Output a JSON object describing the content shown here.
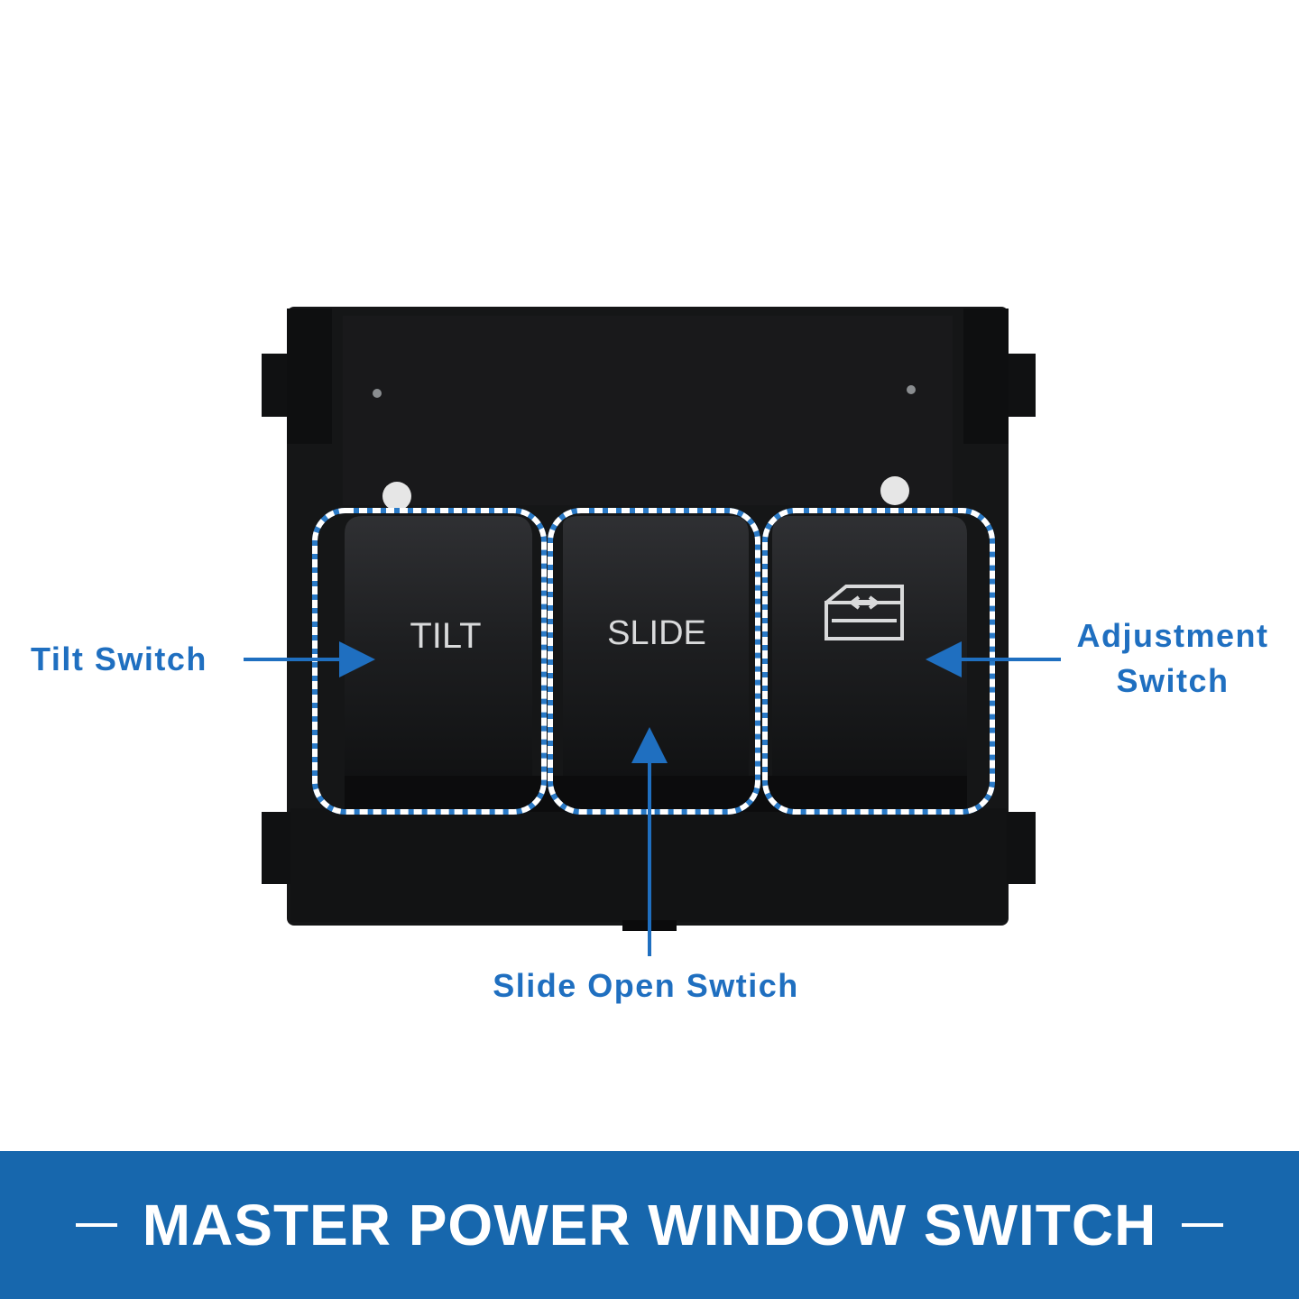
{
  "switch_labels": {
    "tilt": "TILT",
    "slide": "SLIDE",
    "adjustment_icon": "window-arrows-icon"
  },
  "callouts": {
    "tilt": "Tilt Switch",
    "adjustment_line1": "Adjustment",
    "adjustment_line2": "Switch",
    "slide_open": "Slide Open Swtich"
  },
  "banner": {
    "title": "MASTER POWER WINDOW SWITCH"
  },
  "colors": {
    "accent_blue": "#1f6fc0",
    "banner_blue": "#1767ad",
    "dashed_outline": "#ffffff"
  }
}
